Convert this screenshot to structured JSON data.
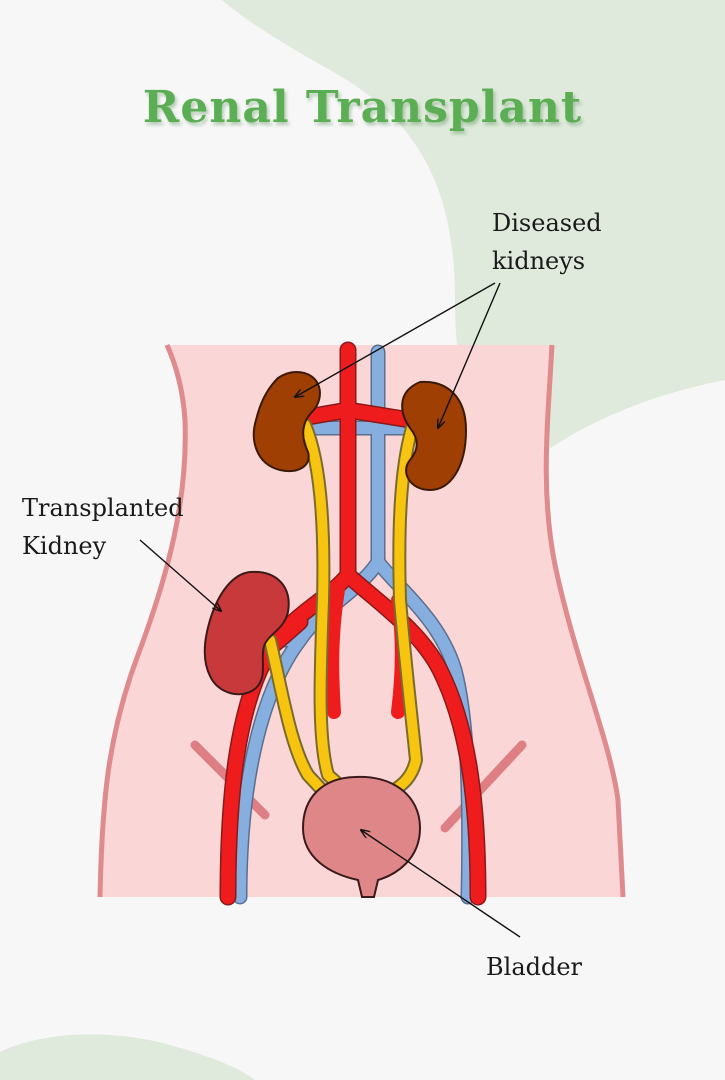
{
  "title": "Renal Transplant",
  "labels": {
    "diseased": [
      "Diseased",
      "kidneys"
    ],
    "transplanted": [
      "Transplanted",
      "Kidney"
    ],
    "bladder": "Bladder"
  },
  "colors": {
    "title": "#5cae54",
    "background": "#f7f7f7",
    "accent_shape": "#dfeadc",
    "body": "#fbd6d6",
    "body_outline": "#df8a8c",
    "artery": "#ee1c1c",
    "vein": "#86aedf",
    "ureter": "#f7c510",
    "diseased_kidney": "#9f3f04",
    "transplanted_kidney": "#c8393b",
    "bladder": "#df8788"
  }
}
